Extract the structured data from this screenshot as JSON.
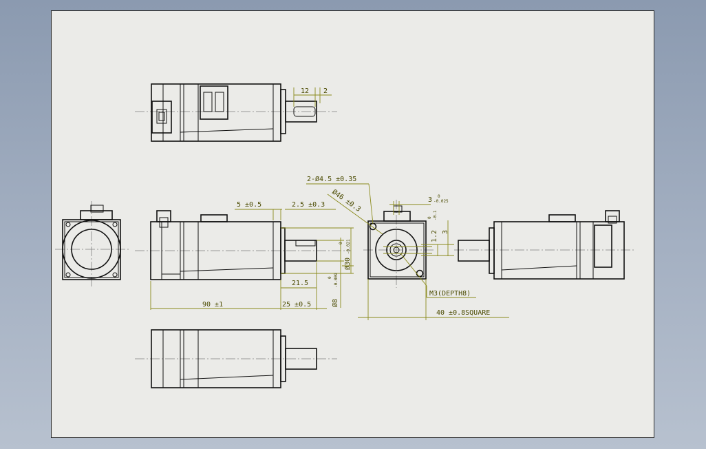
{
  "colors": {
    "background": "#9aa7ba",
    "sheet": "#ebebe8",
    "outline": "#101010",
    "dimension": "#8a8a1a",
    "centerline": "#7f7f7f"
  },
  "views": [
    "top-view",
    "left-end-view",
    "front-view",
    "shaft-end-view",
    "right-side-view",
    "bottom-view"
  ],
  "dimensions": {
    "top_key_length": "12",
    "top_key_offset": "2",
    "flange_thickness": "5  ±0.5",
    "flange_step": "2.5  ±0.3",
    "mounting_holes": "2-Ø4.5  ±0.35",
    "bolt_circle": "Ø46  ±0.3",
    "pilot_tol_upper": "0",
    "pilot_tol_lower": "-0.021",
    "pilot_diameter": "Ø30",
    "shaft_diameter": "Ø8",
    "shaft_tol_upper": "0",
    "shaft_tol_lower": "-0.009",
    "key_face_length": "21.5",
    "body_length": "90  ±1",
    "shaft_length": "25  ±0.5",
    "key_width": "3",
    "key_width_tol_upper": "0",
    "key_width_tol_lower": "-0.025",
    "key_height": "1.2",
    "key_height_tol_upper": "0",
    "key_height_tol_lower": "-0.1",
    "shaft_flat": "3",
    "tapped_hole": "M3(DEPTH8)",
    "square": "40  ±0.8SQUARE"
  }
}
